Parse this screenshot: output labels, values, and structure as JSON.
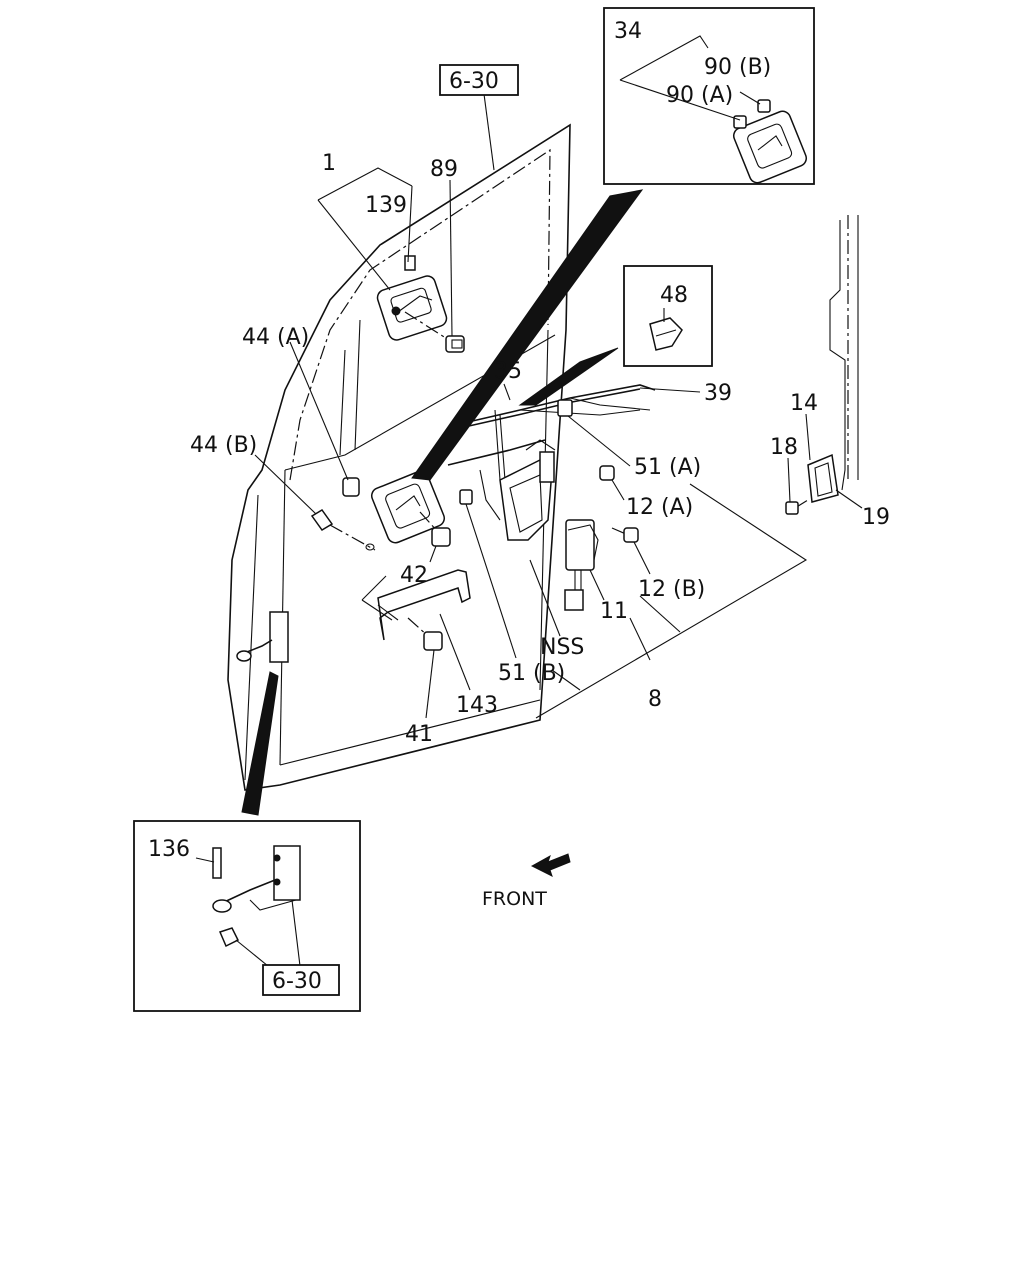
{
  "callouts": {
    "ref_top": "6-30",
    "ref_bottom": "6-30",
    "n1": "1",
    "n139": "139",
    "n89": "89",
    "n34": "34",
    "n90b": "90 (B)",
    "n90a": "90 (A)",
    "n48": "48",
    "n35": "35",
    "n39": "39",
    "n14": "14",
    "n18": "18",
    "n19": "19",
    "n44a": "44 (A)",
    "n44b": "44 (B)",
    "n51a": "51 (A)",
    "n12a": "12 (A)",
    "n12b": "12 (B)",
    "n42": "42",
    "n11": "11",
    "nss": "NSS",
    "n51b": "51 (B)",
    "n8": "8",
    "n143": "143",
    "n41": "41",
    "n136": "136",
    "front": "FRONT"
  }
}
